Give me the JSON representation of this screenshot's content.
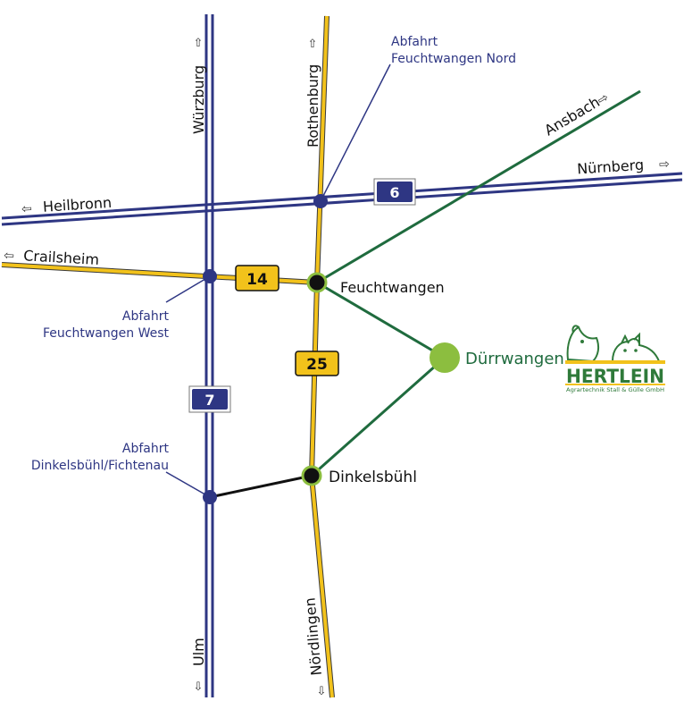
{
  "map": {
    "places": {
      "feuchtwangen": "Feuchtwangen",
      "duerrwangen": "Dürrwangen",
      "dinkelsbuehl": "Dinkelsbühl"
    },
    "directions": {
      "wuerzburg": "Würzburg",
      "rothenburg": "Rothenburg",
      "heilbronn": "Heilbronn",
      "nuernberg": "Nürnberg",
      "ansbach": "Ansbach",
      "crailsheim": "Crailsheim",
      "ulm": "Ulm",
      "noerdlingen": "Nördlingen"
    },
    "exits": {
      "nord_1": "Abfahrt",
      "nord_2": "Feuchtwangen Nord",
      "west_1": "Abfahrt",
      "west_2": "Feuchtwangen West",
      "dinkel_1": "Abfahrt",
      "dinkel_2": "Dinkelsbühl/Fichtenau"
    },
    "roads": {
      "a6": "6",
      "a7": "7",
      "b14": "14",
      "b25": "25"
    },
    "colors": {
      "motorway": "#2e3683",
      "federal_road": "#f2c21b",
      "route": "#1f6b3e",
      "destination": "#8cbe3f",
      "connector": "#111111"
    }
  },
  "logo": {
    "name": "HERTLEIN",
    "tagline": "Agrartechnik Stall & Gülle GmbH"
  }
}
